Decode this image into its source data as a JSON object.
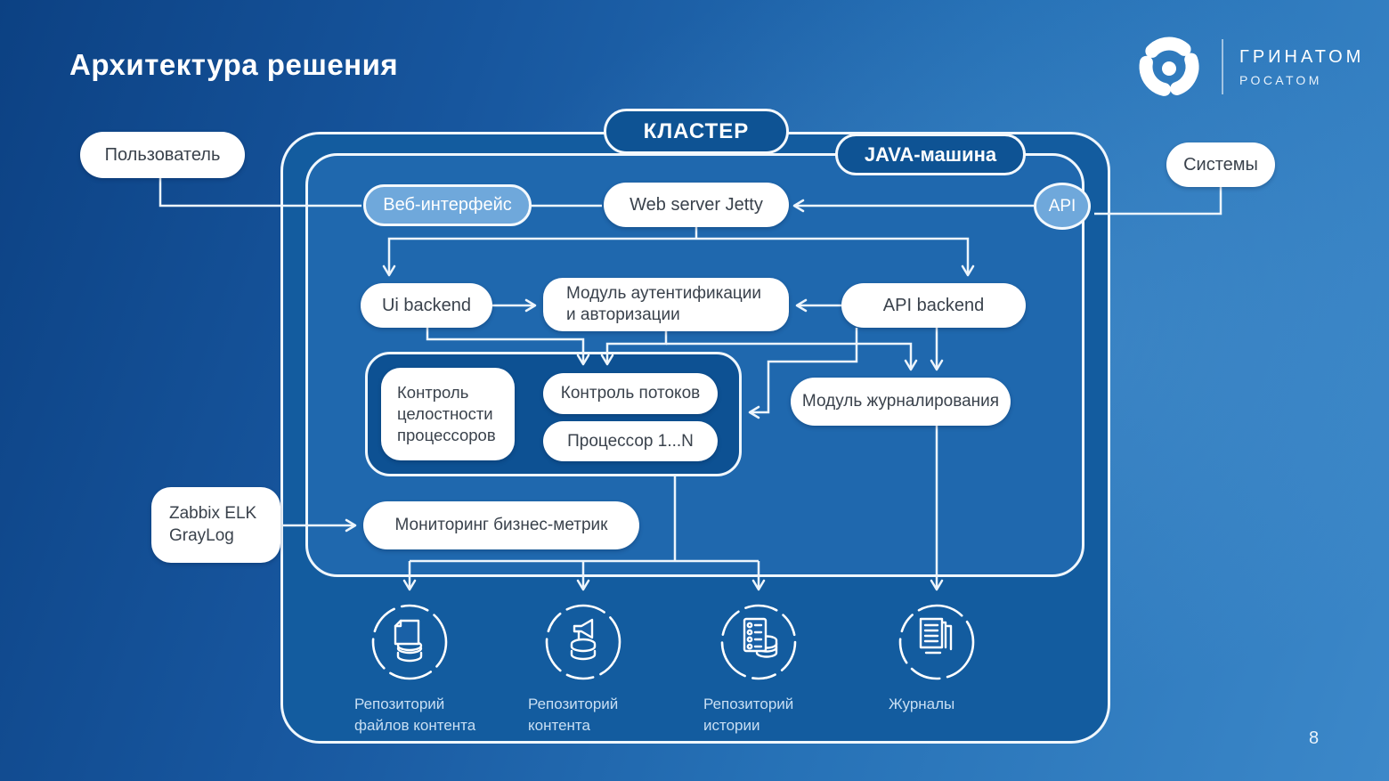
{
  "slide": {
    "title": "Архитектура решения",
    "page_number": "8"
  },
  "logo": {
    "brand": "ГРИНАТОМ",
    "subbrand": "РОСАТОМ"
  },
  "containers": {
    "cluster_label": "КЛАСТЕР",
    "java_label": "JAVA-машина"
  },
  "nodes": {
    "user": "Пользователь",
    "systems": "Системы",
    "web_interface": "Веб-интерфейс",
    "web_server": "Web server Jetty",
    "api": "API",
    "ui_backend": "Ui backend",
    "auth_line1": "Модуль аутентификации",
    "auth_line2": "и авторизации",
    "api_backend": "API backend",
    "integrity_line1": "Контроль",
    "integrity_line2": "целостности",
    "integrity_line3": "процессоров",
    "flow_control": "Контроль потоков",
    "processors": "Процессор 1...N",
    "journaling": "Модуль журналирования",
    "zabbix_line1": "Zabbix ELK",
    "zabbix_line2": "GrayLog",
    "monitoring": "Мониторинг бизнес-метрик"
  },
  "repositories": [
    {
      "icon": "content-files-repository-icon",
      "line1": "Репозиторий",
      "line2": "файлов контента"
    },
    {
      "icon": "content-repository-icon",
      "line1": "Репозиторий",
      "line2": "контента"
    },
    {
      "icon": "history-repository-icon",
      "line1": "Репозиторий",
      "line2": "истории"
    },
    {
      "icon": "journals-icon",
      "line1": "Журналы",
      "line2": ""
    }
  ],
  "colors": {
    "background_dark": "#0C4183",
    "background_light": "#3C88C9",
    "cluster_fill": "#135C9F",
    "java_fill": "#1F68AE",
    "processors_fill": "#0D5193",
    "label_pill_fill": "#0E5394",
    "accent_pill_fill": "#6FA8DB",
    "wire": "#EDF5FC",
    "dark_text": "#3A424C",
    "repo_label_text": "#C9DFF3"
  }
}
